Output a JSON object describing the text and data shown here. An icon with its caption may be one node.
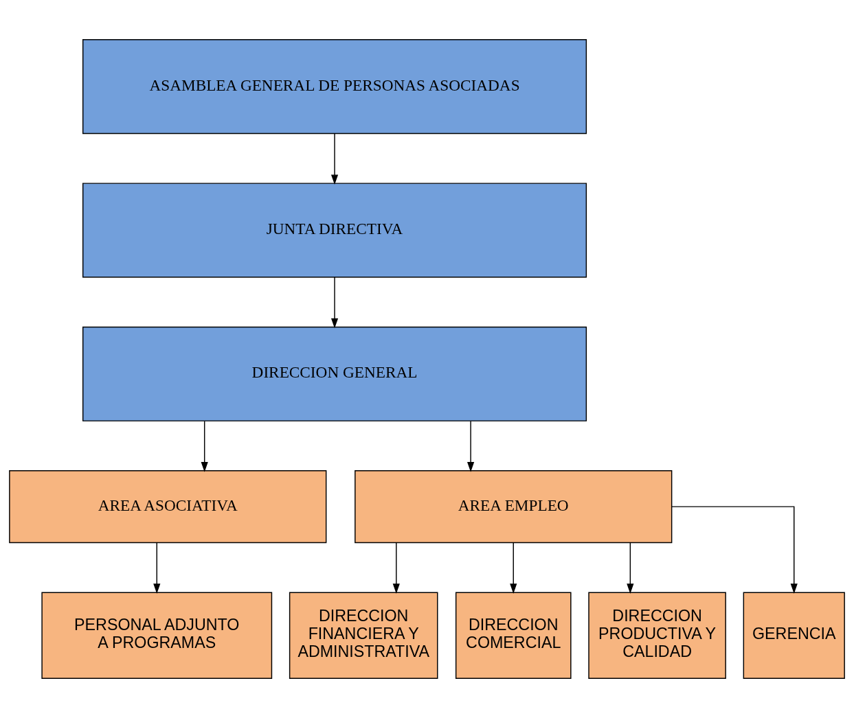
{
  "diagram": {
    "nodes": [
      {
        "text": [
          "ASAMBLEA GENERAL DE PERSONAS ASOCIADAS"
        ]
      },
      {
        "text": [
          "JUNTA DIRECTIVA"
        ]
      },
      {
        "text": [
          "DIRECCION GENERAL"
        ]
      },
      {
        "text": [
          "AREA ASOCIATIVA"
        ]
      },
      {
        "text": [
          "AREA EMPLEO"
        ]
      },
      {
        "text": [
          "PERSONAL ADJUNTO A PROGRAMAS"
        ]
      },
      {
        "text": [
          "DIRECCION FINANCIERA Y ADMINISTRATIVA"
        ]
      },
      {
        "text": [
          "DIRECCION COMERCIAL"
        ]
      },
      {
        "text": [
          "DIRECCION PRODUCTIVA Y CALIDAD"
        ]
      },
      {
        "text": [
          "GERENCIA"
        ]
      }
    ],
    "edges": [
      {
        "from": 0,
        "to": 1,
        "arrow": "to"
      },
      {
        "from": 1,
        "to": 2,
        "arrow": "to"
      },
      {
        "from": 2,
        "to": 3,
        "arrow": "to"
      },
      {
        "from": 2,
        "to": 4,
        "arrow": "to"
      },
      {
        "from": 3,
        "to": 5,
        "arrow": "to"
      },
      {
        "from": 4,
        "to": 6,
        "arrow": "to"
      },
      {
        "from": 4,
        "to": 7,
        "arrow": "to"
      },
      {
        "from": 4,
        "to": 8,
        "arrow": "to"
      },
      {
        "from": 4,
        "to": 9,
        "arrow": "to"
      }
    ]
  }
}
